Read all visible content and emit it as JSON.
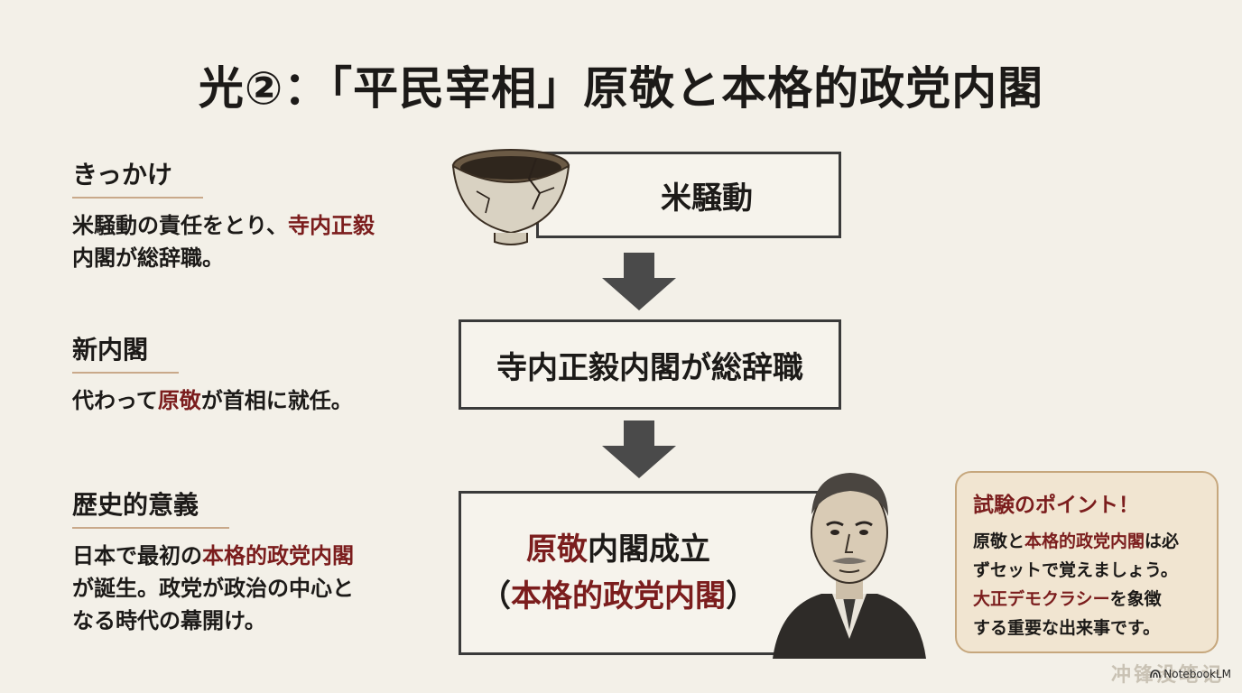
{
  "title": "光②：「平民宰相」原敬と本格的政党内閣",
  "sections": [
    {
      "heading": "きっかけ",
      "lines": [
        {
          "parts": [
            {
              "text": "米騒動の責任をとり、"
            },
            {
              "text": "寺内正毅",
              "accent": true
            }
          ]
        },
        {
          "parts": [
            {
              "text": "内閣が総辞職。"
            }
          ]
        }
      ]
    },
    {
      "heading": "新内閣",
      "lines": [
        {
          "parts": [
            {
              "text": "代わって"
            },
            {
              "text": "原敬",
              "accent": true
            },
            {
              "text": "が首相に就任。"
            }
          ]
        }
      ]
    },
    {
      "heading": "歴史的意義",
      "lines": [
        {
          "parts": [
            {
              "text": "日本で最初の"
            },
            {
              "text": "本格的政党内閣",
              "accent": true
            }
          ]
        },
        {
          "parts": [
            {
              "text": "が誕生。政党が政治の中心と"
            }
          ]
        },
        {
          "parts": [
            {
              "text": "なる時代の幕開け。"
            }
          ]
        }
      ]
    }
  ],
  "flow": {
    "step1": "米騒動",
    "step2": "寺内正毅内閣が総辞職",
    "step3_line1_accent": "原敬",
    "step3_line1_rest": "内閣成立",
    "step3_line2_open": "（",
    "step3_line2_accent": "本格的政党内閣",
    "step3_line2_close": "）"
  },
  "point": {
    "title": "試験のポイント！",
    "lines": [
      {
        "parts": [
          {
            "text": "原敬と"
          },
          {
            "text": "本格的政党内閣",
            "accent": true
          },
          {
            "text": "は必"
          }
        ]
      },
      {
        "parts": [
          {
            "text": "ずセットで覚えましょう。"
          }
        ]
      },
      {
        "parts": [
          {
            "text": "大正デモクラシー",
            "accent": true
          },
          {
            "text": "を象徴"
          }
        ]
      },
      {
        "parts": [
          {
            "text": "する重要な出来事です。"
          }
        ]
      }
    ]
  },
  "watermark": "冲锋没笔记",
  "logo": "NotebookLM",
  "colors": {
    "accent": "#7b1d1d",
    "background": "#f3f0e8",
    "point_bg": "#f1e5d1"
  }
}
